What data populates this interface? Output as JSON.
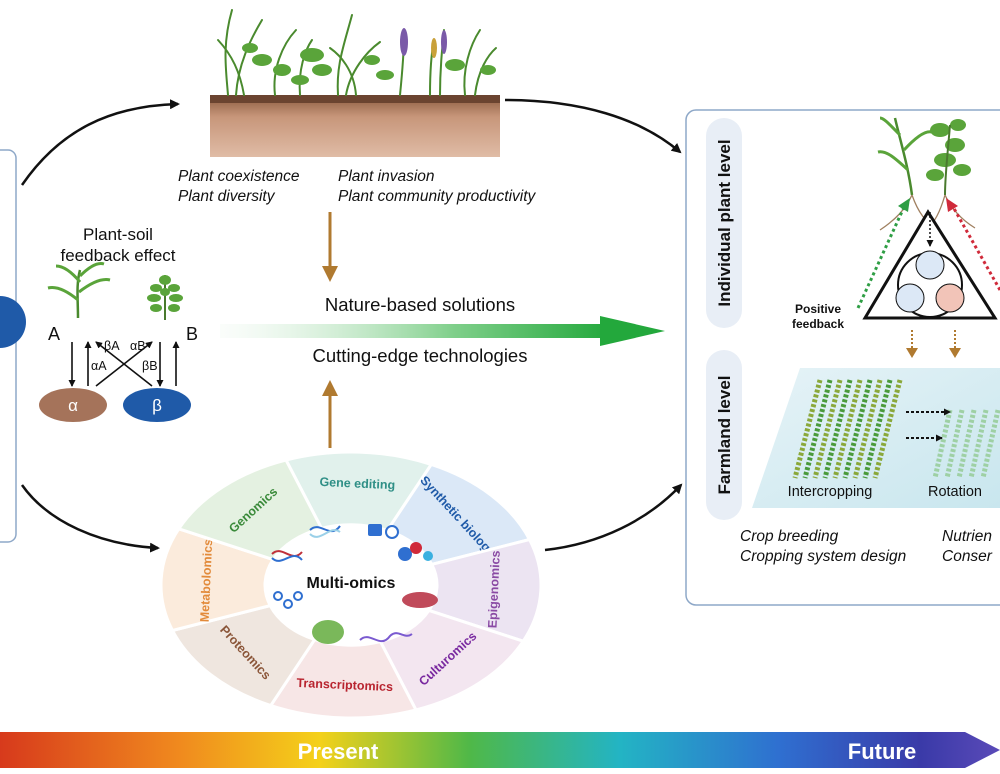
{
  "top_panel": {
    "line1_left": "Plant coexistence",
    "line1_right": "Plant invasion",
    "line2_left": "Plant diversity",
    "line2_right": "Plant community productivity"
  },
  "psf": {
    "title_line1": "Plant-soil",
    "title_line2": "feedback effect",
    "label_a": "A",
    "label_b": "B",
    "beta_a": "βA",
    "alpha_b": "αB",
    "alpha_a": "αA",
    "beta_b": "βB",
    "soil_alpha": "α",
    "soil_beta": "β"
  },
  "center": {
    "nature": "Nature-based solutions",
    "tech": "Cutting-edge technologies"
  },
  "omics": {
    "center_label": "Multi-omics",
    "segments": [
      {
        "label": "Gene editing",
        "color": "#2f8f86"
      },
      {
        "label": "Synthetic biology",
        "color": "#1f5aa8"
      },
      {
        "label": "Epigenomics",
        "color": "#8a4aa4"
      },
      {
        "label": "Culturomics",
        "color": "#7a2aa0"
      },
      {
        "label": "Transcriptomics",
        "color": "#b8242f"
      },
      {
        "label": "Proteomics",
        "color": "#8a5538"
      },
      {
        "label": "Metabolomics",
        "color": "#e28a3a"
      },
      {
        "label": "Genomics",
        "color": "#3a8a3a"
      }
    ]
  },
  "right_panel": {
    "individual_label": "Individual plant level",
    "farmland_label": "Farmland level",
    "positive_feedback_line1": "Positive",
    "positive_feedback_line2": "feedback",
    "intercropping": "Intercropping",
    "rotation": "Rotation",
    "crop_breeding": "Crop breeding",
    "cropping_design": "Cropping system design",
    "nutrient": "Nutrien",
    "conser": "Conser"
  },
  "timeline": {
    "present": "Present",
    "future": "Future"
  }
}
